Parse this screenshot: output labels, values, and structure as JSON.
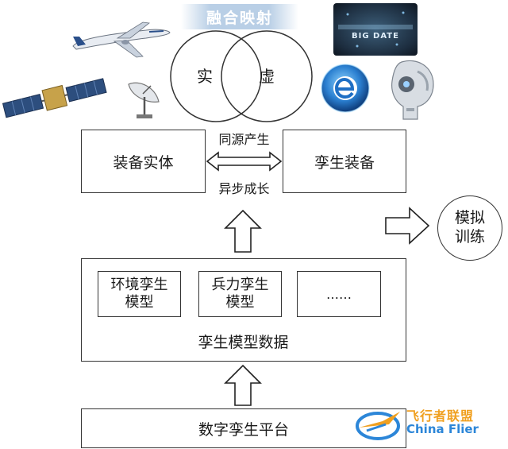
{
  "header": {
    "title": "融合映射"
  },
  "venn": {
    "left": "实",
    "right": "虚"
  },
  "badge_text": "BIG DATE",
  "entity": {
    "label": "装备实体"
  },
  "twin": {
    "label": "孪生装备"
  },
  "link": {
    "top": "同源产生",
    "bottom": "异步成长"
  },
  "training": {
    "line1": "模拟",
    "line2": "训练"
  },
  "models": {
    "env_line1": "环境孪生",
    "env_line2": "模型",
    "force_line1": "兵力孪生",
    "force_line2": "模型",
    "more": "……",
    "title": "孪生模型数据"
  },
  "platform": {
    "label": "数字孪生平台"
  },
  "watermark": {
    "cn": "飞行者联盟",
    "en": "China Flier"
  },
  "colors": {
    "banner": "#b9cfe6",
    "watermark_blue": "#2c86d8",
    "watermark_orange": "#f0a020"
  }
}
